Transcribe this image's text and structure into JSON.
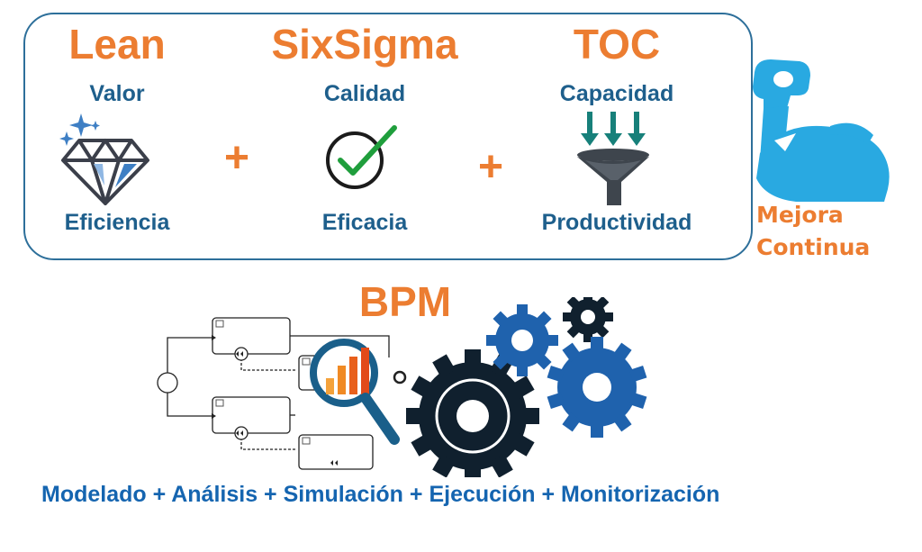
{
  "top": {
    "methods": [
      {
        "title": "Lean",
        "top_label": "Valor",
        "bottom_label": "Eficiencia"
      },
      {
        "title": "SixSigma",
        "top_label": "Calidad",
        "bottom_label": "Eficacia"
      },
      {
        "title": "TOC",
        "top_label": "Capacidad",
        "bottom_label": "Productividad"
      }
    ],
    "plus": "+"
  },
  "mejora": {
    "line1": "Mejora",
    "line2": "Continua"
  },
  "bpm": {
    "title": "BPM",
    "caption": "Modelado + Análisis + Simulación + Ejecución + Monitorización"
  },
  "colors": {
    "orange": "#ec7d31",
    "dark_blue": "#1e5f8c",
    "frame": "#2d6f9a",
    "light_blue": "#29a9e1",
    "gear_dark": "#10202e",
    "gear_blue": "#1f62ad",
    "teal": "#17807a"
  },
  "icons": [
    "diamond-icon",
    "checkmark-icon",
    "funnel-icon",
    "flexed-arm-icon",
    "process-diagram-icon",
    "magnifier-chart-icon",
    "gears-icon"
  ]
}
